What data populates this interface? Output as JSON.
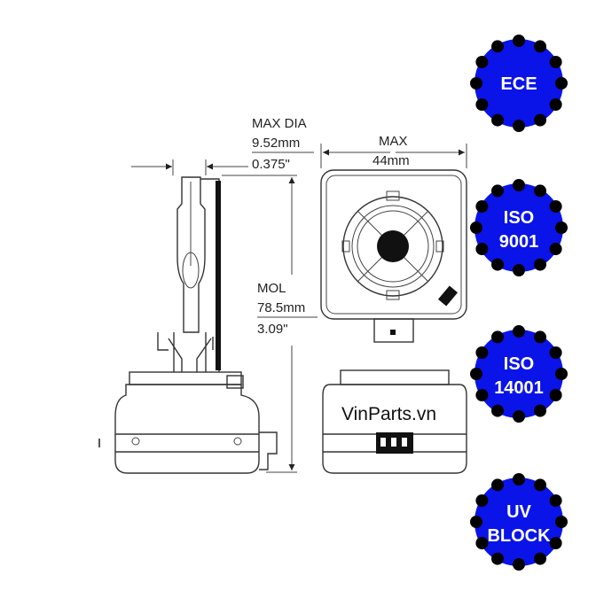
{
  "drawing": {
    "max_dia": {
      "label": "MAX DIA",
      "metric": "9.52mm",
      "imperial": "0.375\""
    },
    "max_width": {
      "label": "MAX",
      "metric": "44mm"
    },
    "mol": {
      "label": "MOL",
      "metric": "78.5mm",
      "imperial": "3.09\""
    },
    "watermark": "VinParts.vn"
  },
  "badges": [
    {
      "lines": [
        "ECE"
      ],
      "color": "#0a14e8",
      "dot_color": "#000000"
    },
    {
      "lines": [
        "ISO",
        "9001"
      ],
      "color": "#0a14e8",
      "dot_color": "#000000"
    },
    {
      "lines": [
        "ISO",
        "14001"
      ],
      "color": "#0a14e8",
      "dot_color": "#000000"
    },
    {
      "lines": [
        "UV",
        "BLOCK"
      ],
      "color": "#0a14e8",
      "dot_color": "#000000"
    }
  ]
}
